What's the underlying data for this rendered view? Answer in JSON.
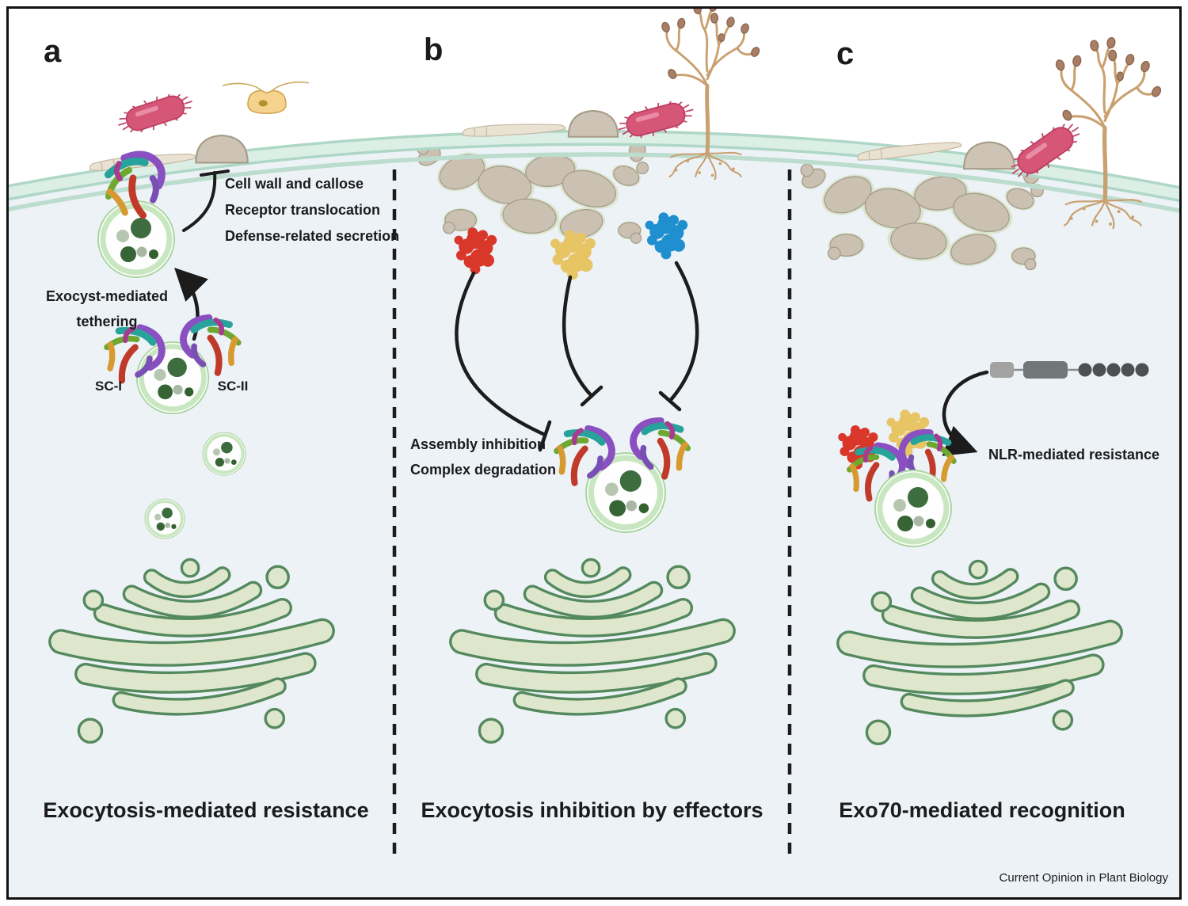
{
  "figure": {
    "panels": [
      {
        "label": "a",
        "caption": "Exocytosis-mediated resistance",
        "annotations": {
          "secretion_lines": [
            "Cell wall and callose",
            "Receptor translocation",
            "Defense-related secretion"
          ],
          "tethering_line1": "Exocyst-mediated",
          "tethering_line2": "tethering",
          "sc1": "SC-I",
          "sc2": "SC-II"
        }
      },
      {
        "label": "b",
        "caption": "Exocytosis inhibition by effectors",
        "annotations": {
          "line1": "Assembly inhibition",
          "line2": "Complex degradation"
        }
      },
      {
        "label": "c",
        "caption": "Exo70-mediated recognition",
        "annotations": {
          "nlr": "NLR-mediated resistance"
        }
      }
    ],
    "credit": "Current Opinion in Plant Biology",
    "colors": {
      "bg_below": "#edf2f7",
      "membrane_edge": "#aed7c6",
      "membrane_fill": "#dcefe7",
      "membrane_thin": "#bcdcce",
      "golgi_fill": "#dee7cb",
      "golgi_stroke": "#54895e",
      "vesicle_ring": "#c8e7c0",
      "vesicle_rim": "#a9d69f",
      "cargo_dark": "#3d6d3f",
      "cargo_light": "#b7c6b1",
      "bacterium": "#d65677",
      "bacterium_edge": "#bc3f63",
      "effector_red": "#d8372a",
      "effector_yellow": "#e8c564",
      "effector_blue": "#1f8fd0",
      "tree": "#c9a06f",
      "spore": "#a87e64",
      "haustoria": "#cac1b3",
      "fungal_dome": "#cdc4b6",
      "aphid": "#f6d28f",
      "nlr_gray_light": "#a2a2a2",
      "nlr_gray_mid": "#717678",
      "nlr_gray_dark": "#4c5052",
      "ink": "#1c1c1c"
    }
  }
}
